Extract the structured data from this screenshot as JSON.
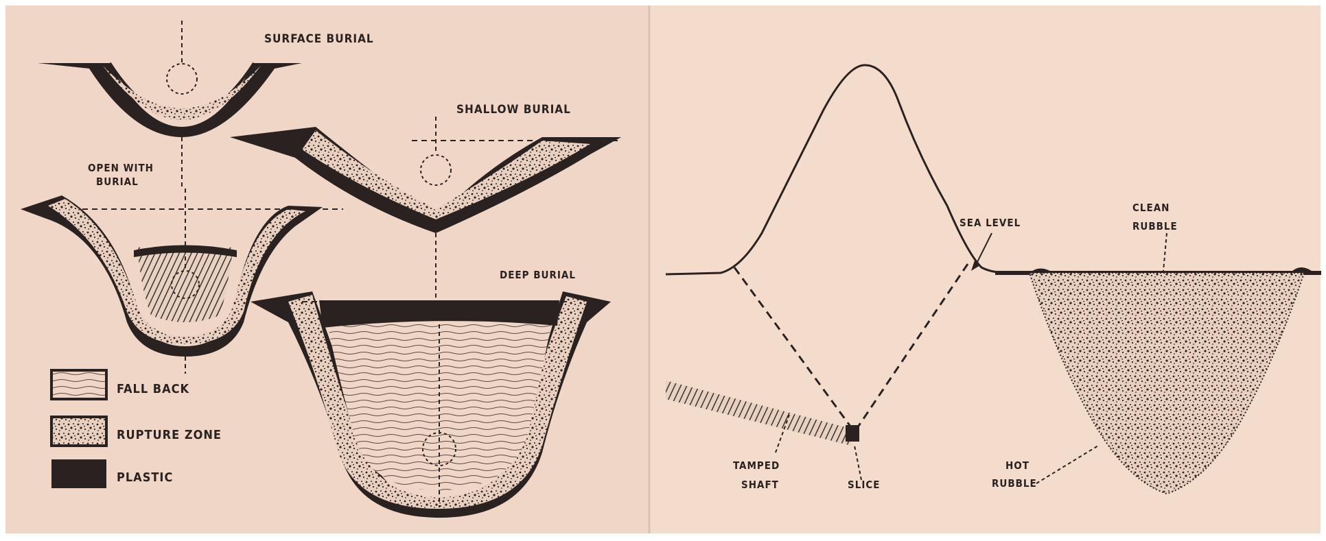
{
  "left_panel": {
    "labels": {
      "surface_burial": "SURFACE BURIAL",
      "shallow_burial": "SHALLOW BURIAL",
      "open_burial_line1": "OPEN WITH",
      "open_burial_line2": "BURIAL",
      "deep_burial": "DEEP BURIAL"
    },
    "legend": [
      {
        "key": "fall_back",
        "label": "FALL BACK"
      },
      {
        "key": "rupture_zone",
        "label": "RUPTURE ZONE"
      },
      {
        "key": "plastic",
        "label": "PLASTIC"
      }
    ]
  },
  "right_panel": {
    "labels": {
      "sea_level": "SEA LEVEL",
      "clean_rubble_line1": "CLEAN",
      "clean_rubble_line2": "RUBBLE",
      "tamped_shaft_line1": "TAMPED",
      "tamped_shaft_line2": "SHAFT",
      "slice": "SLICE",
      "hot_rubble_line1": "HOT",
      "hot_rubble_line2": "RUBBLE"
    }
  },
  "colors": {
    "paper": "#efd6c6",
    "paper_right": "#f4dccd",
    "ink": "#2a2220",
    "divider": "#d9c2b3"
  }
}
